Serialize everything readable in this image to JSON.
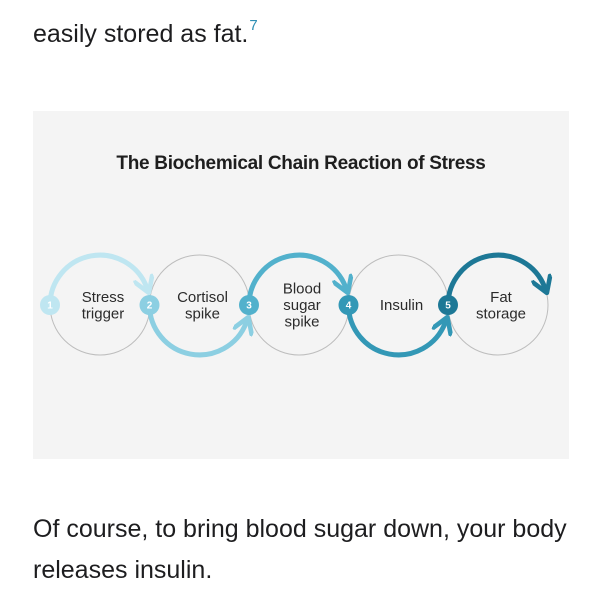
{
  "article": {
    "top_text": "easily stored as fat.",
    "footnote": "7",
    "bottom_text": "Of course, to bring blood sugar down, your body releases insulin."
  },
  "diagram": {
    "title": "The Biochemical Chain Reaction of Stress",
    "steps": [
      {
        "number": "1",
        "lines": [
          "Stress",
          "trigger"
        ],
        "color": "#bfe6f1"
      },
      {
        "number": "2",
        "lines": [
          "Cortisol",
          "spike"
        ],
        "color": "#8ccfe2"
      },
      {
        "number": "3",
        "lines": [
          "Blood",
          "sugar",
          "spike"
        ],
        "color": "#52b1cc"
      },
      {
        "number": "4",
        "lines": [
          "Insulin"
        ],
        "color": "#3398b6"
      },
      {
        "number": "5",
        "lines": [
          "Fat",
          "storage"
        ],
        "color": "#1d7896"
      }
    ]
  }
}
